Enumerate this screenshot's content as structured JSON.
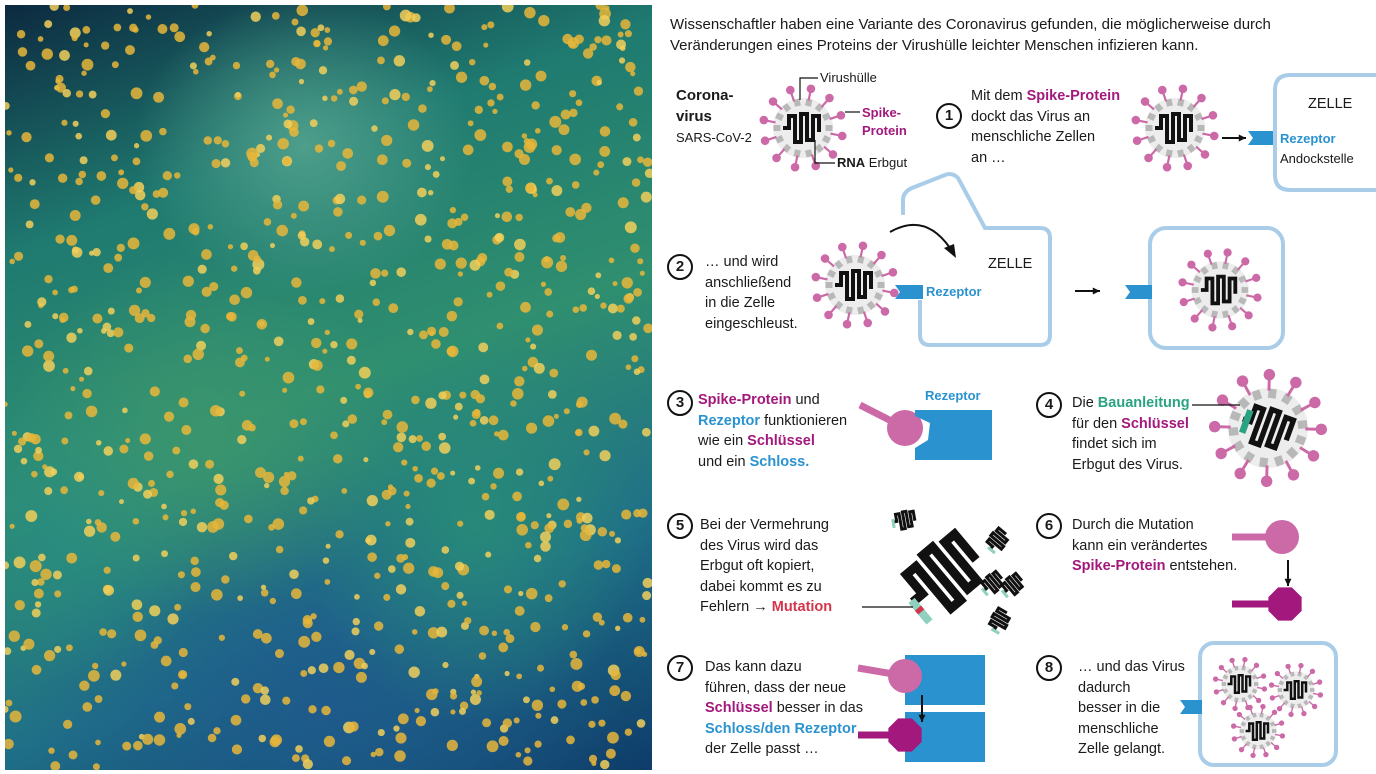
{
  "header": {
    "lines": [
      "Wissenschaftler haben eine Variante des Coronavirus gefunden, die möglicherweise durch",
      "Veränderungen eines Proteins der Virushülle leichter Menschen infizieren kann."
    ]
  },
  "intro": {
    "title_lines": [
      "Corona-",
      "virus"
    ],
    "subtitle": "SARS-CoV-2",
    "label_envelope": "Virushülle",
    "label_spike_lines": [
      "Spike-",
      "Protein"
    ],
    "label_rna_bold": "RNA",
    "label_rna_rest": " Erbgut"
  },
  "steps": [
    {
      "num": "1",
      "lines": [
        [
          [
            "Mit dem ",
            "n"
          ],
          [
            "Spike-Protein",
            "m"
          ]
        ],
        [
          [
            "dockt das Virus an",
            "n"
          ]
        ],
        [
          [
            "menschliche Zellen",
            "n"
          ]
        ],
        [
          [
            "an …",
            "n"
          ]
        ]
      ]
    },
    {
      "num": "2",
      "lines": [
        [
          [
            "… und wird",
            "n"
          ]
        ],
        [
          [
            "anschließend",
            "n"
          ]
        ],
        [
          [
            "in die Zelle",
            "n"
          ]
        ],
        [
          [
            "eingeschleust.",
            "n"
          ]
        ]
      ]
    },
    {
      "num": "3",
      "lines": [
        [
          [
            "Spike-Protein",
            "m"
          ],
          [
            " und",
            "n"
          ]
        ],
        [
          [
            "Rezeptor",
            "c"
          ],
          [
            " funktionieren",
            "n"
          ]
        ],
        [
          [
            "wie ein ",
            "n"
          ],
          [
            "Schlüssel",
            "m"
          ]
        ],
        [
          [
            "und ein ",
            "n"
          ],
          [
            "Schloss.",
            "c"
          ]
        ]
      ]
    },
    {
      "num": "4",
      "lines": [
        [
          [
            "Die ",
            "n"
          ],
          [
            "Bauanleitung",
            "g"
          ]
        ],
        [
          [
            "für den ",
            "n"
          ],
          [
            "Schlüssel",
            "m"
          ]
        ],
        [
          [
            "findet sich im",
            "n"
          ]
        ],
        [
          [
            "Erbgut des Virus.",
            "n"
          ]
        ]
      ]
    },
    {
      "num": "5",
      "lines": [
        [
          [
            "Bei der Vermehrung",
            "n"
          ]
        ],
        [
          [
            "des Virus wird das",
            "n"
          ]
        ],
        [
          [
            "Erbgut oft kopiert,",
            "n"
          ]
        ],
        [
          [
            "dabei kommt es zu",
            "n"
          ]
        ],
        [
          [
            "Fehlern ",
            "n"
          ],
          [
            "→ ",
            "b"
          ],
          [
            "Mutation",
            "r"
          ]
        ]
      ]
    },
    {
      "num": "6",
      "lines": [
        [
          [
            "Durch die Mutation",
            "n"
          ]
        ],
        [
          [
            "kann ein verändertes",
            "n"
          ]
        ],
        [
          [
            "Spike-Protein",
            "m"
          ],
          [
            " entstehen.",
            "n"
          ]
        ]
      ]
    },
    {
      "num": "7",
      "lines": [
        [
          [
            "Das kann dazu",
            "n"
          ]
        ],
        [
          [
            "führen, dass der neue",
            "n"
          ]
        ],
        [
          [
            "Schlüssel",
            "m"
          ],
          [
            " besser in das",
            "n"
          ]
        ],
        [
          [
            "Schloss/den Rezeptor",
            "c"
          ]
        ],
        [
          [
            "der Zelle passt …",
            "n"
          ]
        ]
      ]
    },
    {
      "num": "8",
      "lines": [
        [
          [
            "… und das Virus",
            "n"
          ]
        ],
        [
          [
            "dadurch",
            "n"
          ]
        ],
        [
          [
            "besser in die",
            "n"
          ]
        ],
        [
          [
            "menschliche",
            "n"
          ]
        ],
        [
          [
            "Zelle gelangt.",
            "n"
          ]
        ]
      ]
    }
  ],
  "labels": {
    "cell": "ZELLE",
    "receptor": "Rezeptor",
    "docking_site": "Andockstelle"
  },
  "colors": {
    "magenta": "#a3187c",
    "pink": "#cc6aa8",
    "blue": "#2a93cf",
    "cell_border": "#a9cde9",
    "green": "#2aa383",
    "red": "#d4344c",
    "particle_yellow": "#e8b63a"
  }
}
